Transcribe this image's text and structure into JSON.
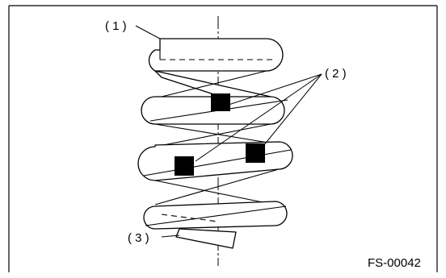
{
  "labels": {
    "part1": "( 1 )",
    "part2": "( 2 )",
    "part3": "( 3 )"
  },
  "figure_code": "FS-00042",
  "colors": {
    "ink": "#000000",
    "paper": "#ffffff"
  }
}
